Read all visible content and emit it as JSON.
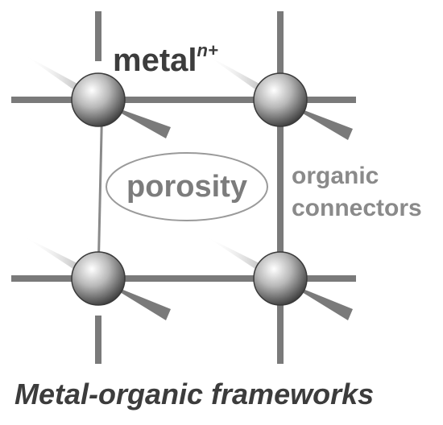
{
  "labels": {
    "metal": "metal",
    "metal_superscript": "n+",
    "porosity": "porosity",
    "organic_line1": "organic",
    "organic_line2": "connectors",
    "caption": "Metal-organic frameworks"
  },
  "colors": {
    "strut": "#7a7a7a",
    "thin_link": "#8a8a8a",
    "sphere_light": "#ffffff",
    "sphere_dark": "#3a3a3a",
    "text_dark": "#3c3c3c",
    "text_mid": "#7c7c7c",
    "text_light": "#8a8a8a"
  },
  "nodes": [
    {
      "id": "metal-node-top-left"
    },
    {
      "id": "metal-node-top-right"
    },
    {
      "id": "metal-node-bottom-left"
    },
    {
      "id": "metal-node-bottom-right"
    }
  ]
}
